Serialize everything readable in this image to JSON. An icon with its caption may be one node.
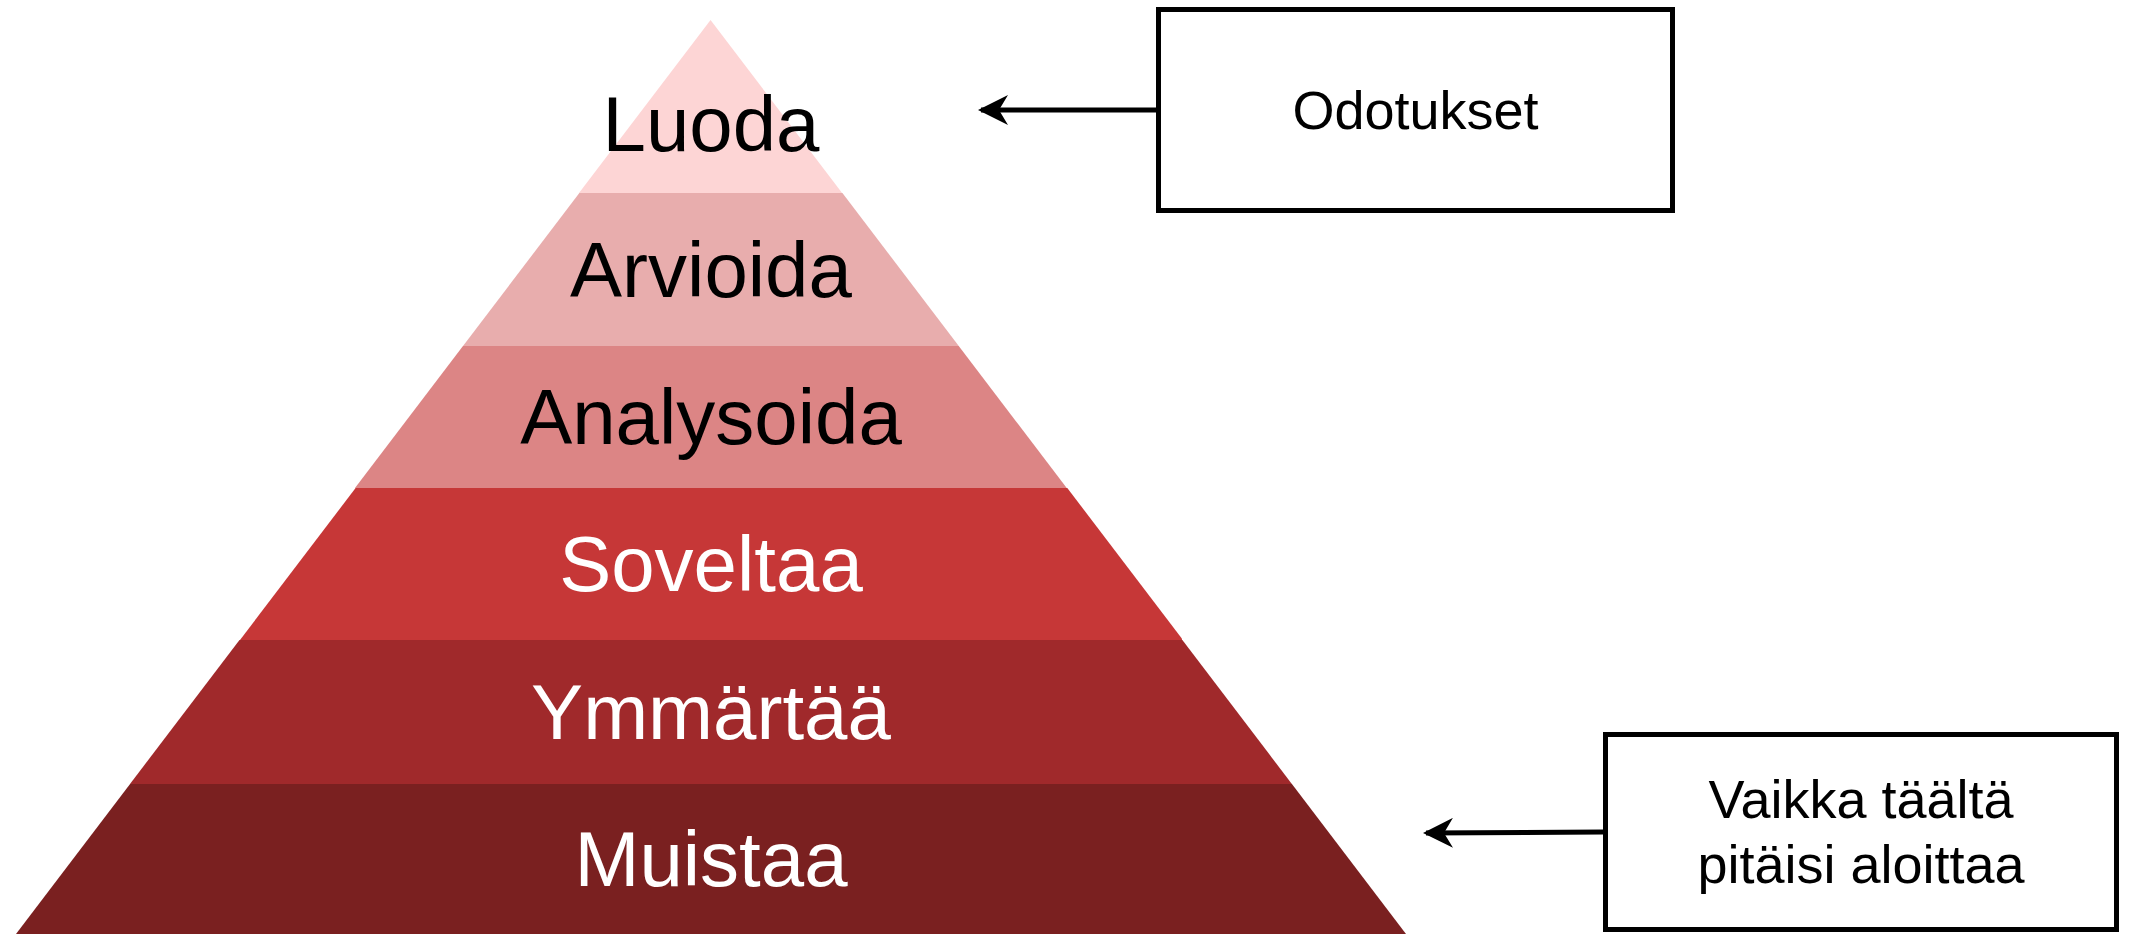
{
  "diagram": {
    "nodes": [
      {
        "text": [
          "Luoda"
        ]
      },
      {
        "text": [
          "Arvioida"
        ]
      },
      {
        "text": [
          "Analysoida"
        ]
      },
      {
        "text": [
          "Soveltaa"
        ]
      },
      {
        "text": [
          "Ymmärtää"
        ]
      },
      {
        "text": [
          "Muistaa"
        ]
      },
      {
        "text": [
          "Odotukset"
        ]
      },
      {
        "text": [
          "Vaikka täältä pitäisi aloittaa"
        ]
      }
    ],
    "edges": [
      {
        "from": 6,
        "to": null,
        "arrow": "to"
      },
      {
        "from": 7,
        "to": null,
        "arrow": "to"
      }
    ]
  }
}
